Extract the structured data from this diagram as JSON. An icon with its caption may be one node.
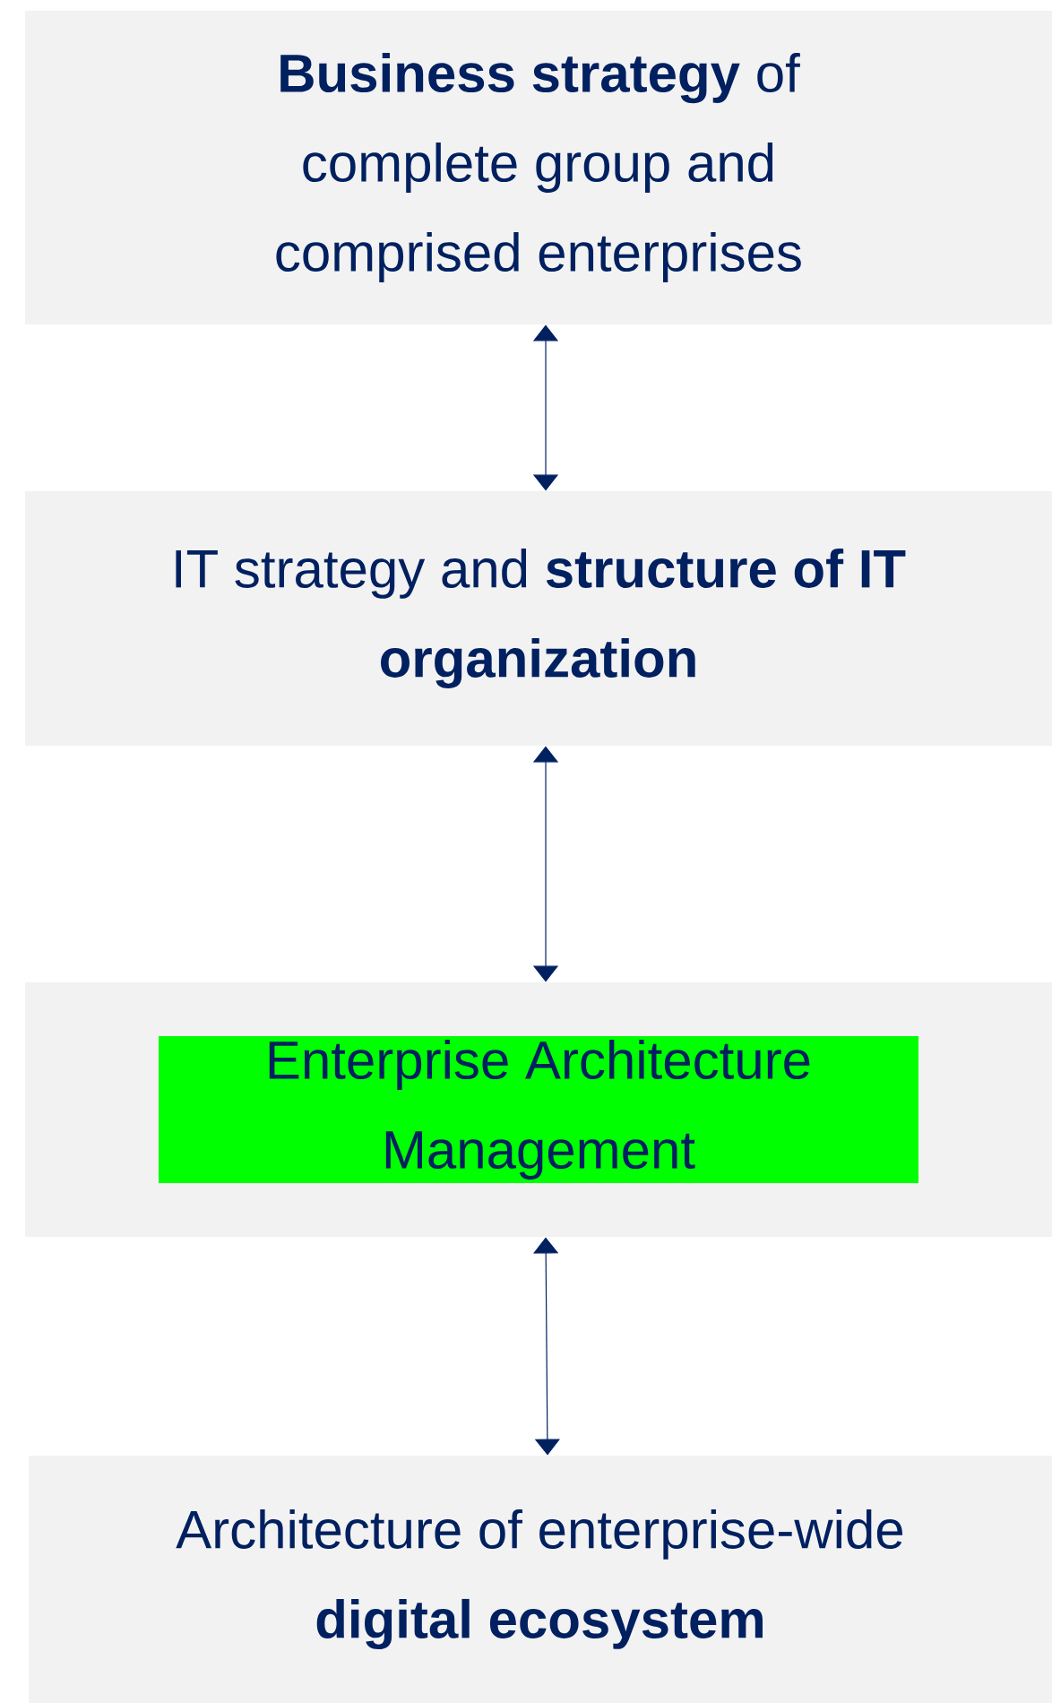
{
  "diagram": {
    "nodes": [
      {
        "text": [
          "**Business strategy** of complete group and comprised enterprises"
        ]
      },
      {
        "text": [
          "IT strategy and **structure of IT organization**"
        ]
      },
      {
        "text": [
          "Enterprise Architecture Management"
        ]
      },
      {
        "text": [
          "Architecture of enterprise-wide **digital ecosystem**"
        ]
      }
    ],
    "edges": [
      {
        "from": 0,
        "to": 1,
        "arrow": "both"
      },
      {
        "from": 1,
        "to": 2,
        "arrow": "both"
      },
      {
        "from": 2,
        "to": 3,
        "arrow": "both"
      }
    ]
  }
}
